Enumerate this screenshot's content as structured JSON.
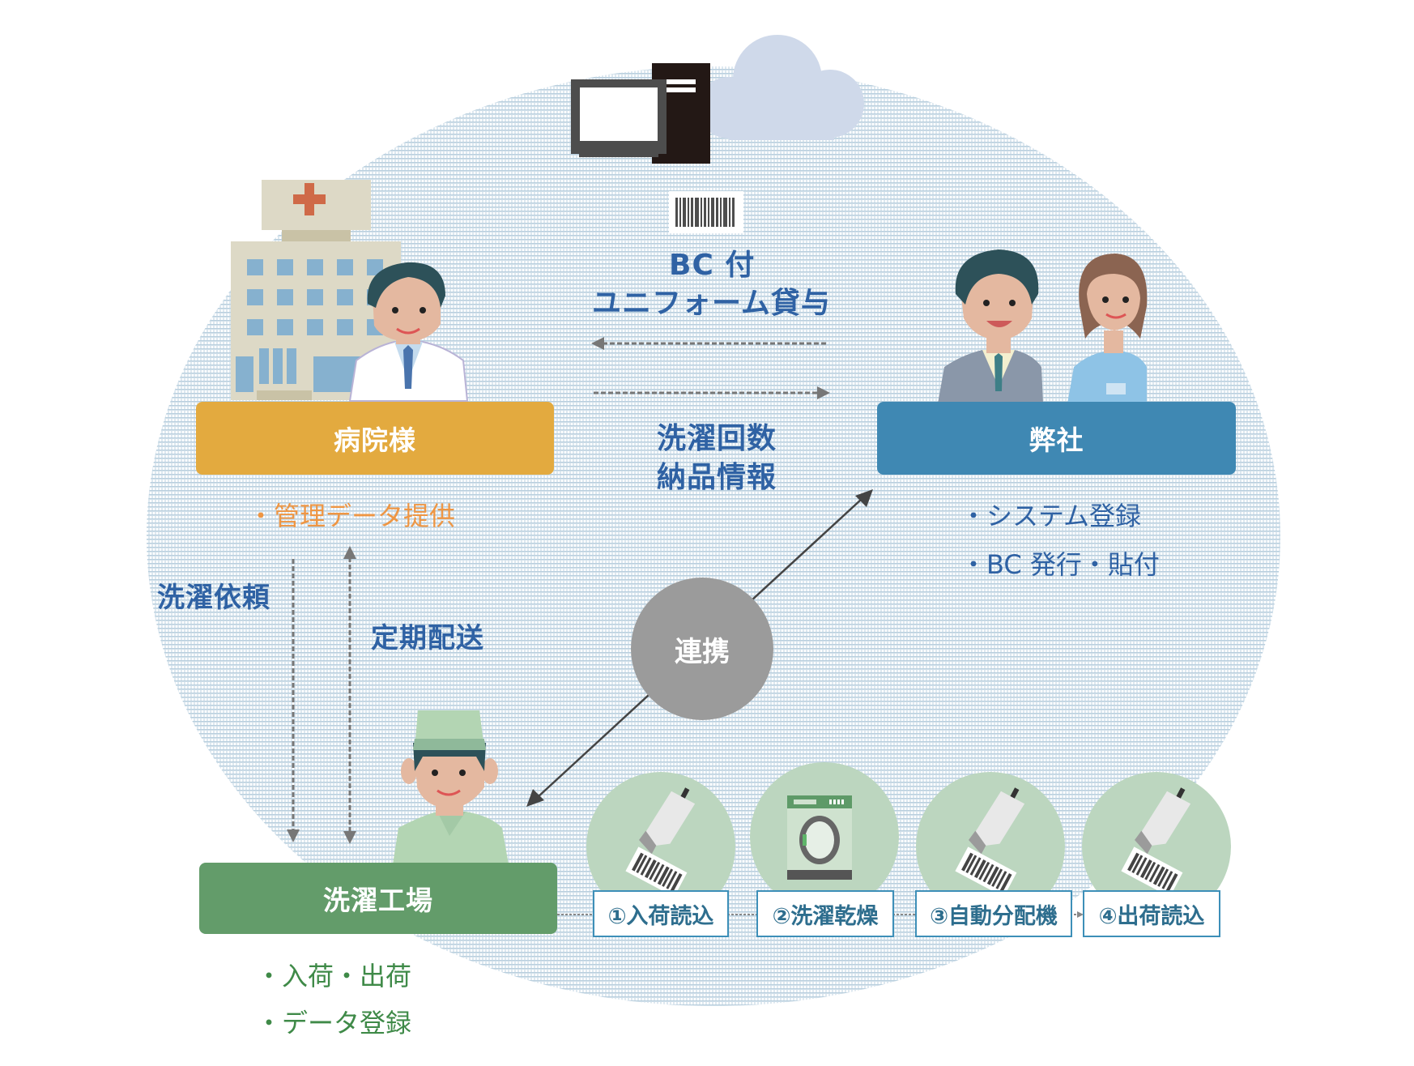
{
  "top": {
    "computer_icon": "desktop-computer-icon",
    "cloud_icon": "cloud-icon",
    "barcode_icon": "barcode-icon",
    "flow_label_line1": "BC 付",
    "flow_label_line2": "ユニフォーム貸与"
  },
  "middle_flow": {
    "line1": "洗濯回数",
    "line2": "納品情報"
  },
  "hospital": {
    "title": "病院様",
    "bullets": [
      "・管理データ提供"
    ],
    "color": "#e3aa3f",
    "bullet_color": "#ee9644"
  },
  "company": {
    "title": "弊社",
    "bullets": [
      "・システム登録",
      "・BC 発行・貼付"
    ],
    "color": "#3f88b3",
    "bullet_color": "#2f62a4"
  },
  "factory": {
    "title": "洗濯工場",
    "bullets": [
      "・入荷・出荷",
      "・データ登録"
    ],
    "color": "#639c6a",
    "bullet_color": "#3f8a48"
  },
  "left_flow": {
    "request": "洗濯依頼",
    "delivery": "定期配送"
  },
  "center": {
    "label": "連携",
    "color": "#9b9b9b"
  },
  "steps": [
    {
      "label": "①入荷読込",
      "icon": "barcode-scanner-icon"
    },
    {
      "label": "②洗濯乾燥",
      "icon": "washing-machine-icon"
    },
    {
      "label": "③自動分配機",
      "icon": "barcode-scanner-icon"
    },
    {
      "label": "④出荷読込",
      "icon": "barcode-scanner-icon"
    }
  ]
}
